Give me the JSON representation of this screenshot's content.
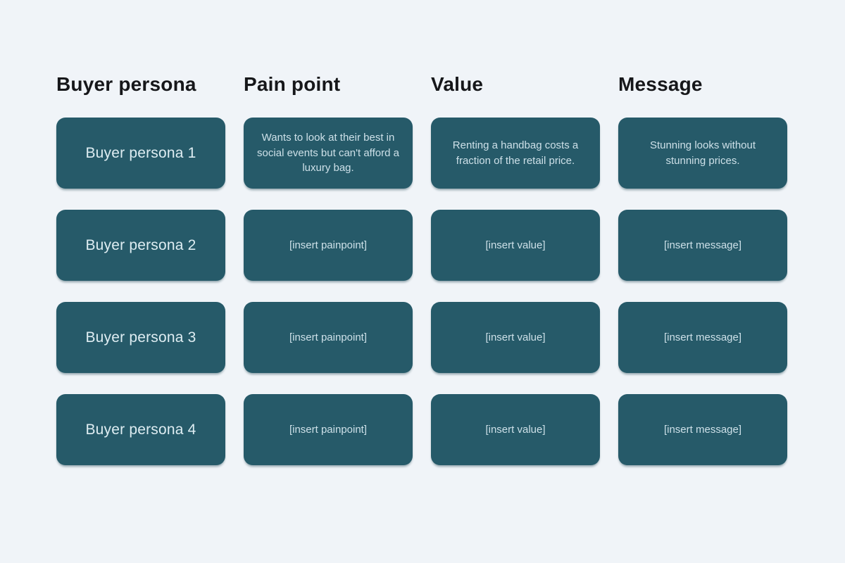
{
  "board": {
    "colors": {
      "background": "#f0f4f8",
      "card_fill": "#265a69",
      "card_text": "#cde0e8",
      "persona_text": "#deedf2",
      "header_text": "#16171a"
    },
    "columns": [
      {
        "label": "Buyer persona"
      },
      {
        "label": "Pain point"
      },
      {
        "label": "Value"
      },
      {
        "label": "Message"
      }
    ],
    "rows": [
      {
        "persona": "Buyer persona 1",
        "pain_point": "Wants to look at their best in social events but can't afford a luxury bag.",
        "value": "Renting a handbag costs a fraction of the retail price.",
        "message": "Stunning looks without stunning prices."
      },
      {
        "persona": "Buyer persona 2",
        "pain_point": "[insert painpoint]",
        "value": "[insert value]",
        "message": "[insert message]"
      },
      {
        "persona": "Buyer persona 3",
        "pain_point": "[insert painpoint]",
        "value": "[insert value]",
        "message": "[insert message]"
      },
      {
        "persona": "Buyer persona 4",
        "pain_point": "[insert painpoint]",
        "value": "[insert value]",
        "message": "[insert message]"
      }
    ]
  }
}
